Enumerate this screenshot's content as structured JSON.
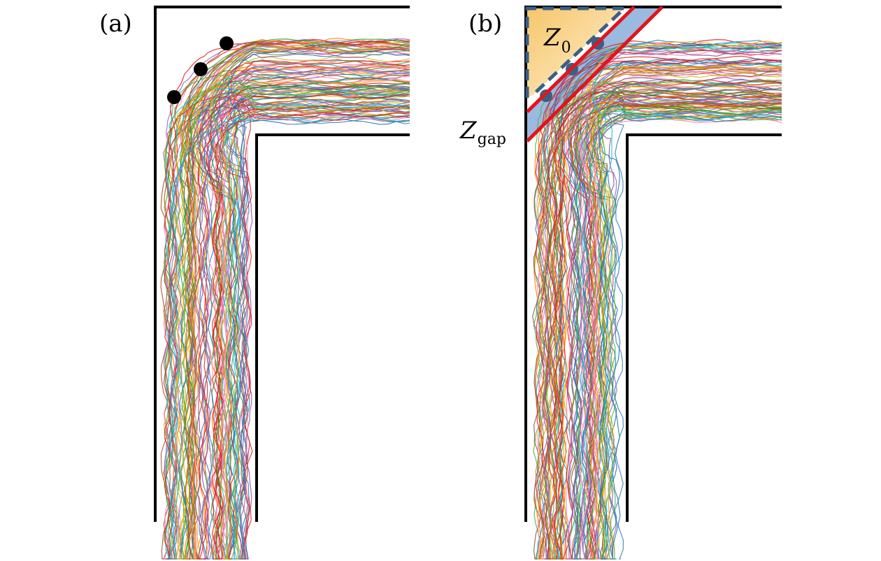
{
  "panels": [
    {
      "id": "a",
      "label": "(a)"
    },
    {
      "id": "b",
      "label": "(b)"
    }
  ],
  "zones": {
    "z0": {
      "main": "Z",
      "sub": "0"
    },
    "gap": {
      "main": "Z",
      "sub": "gap"
    }
  },
  "colors": {
    "wall": "#000000",
    "obstacle": "#000000",
    "gap_line": "#e3141b",
    "gap_fill": "#8fb3dd",
    "z0_fill": "#f6c66b",
    "z0_border": "#3a5f86",
    "trajectories": [
      "#e41a1c",
      "#377eb8",
      "#4daf4a",
      "#984ea3",
      "#ff7f00",
      "#a65628",
      "#f781bf",
      "#17becf",
      "#1f77b4",
      "#d62728",
      "#2ca02c",
      "#9467bd",
      "#bcbd22",
      "#8c564b",
      "#ff9896",
      "#e6ab02"
    ]
  }
}
